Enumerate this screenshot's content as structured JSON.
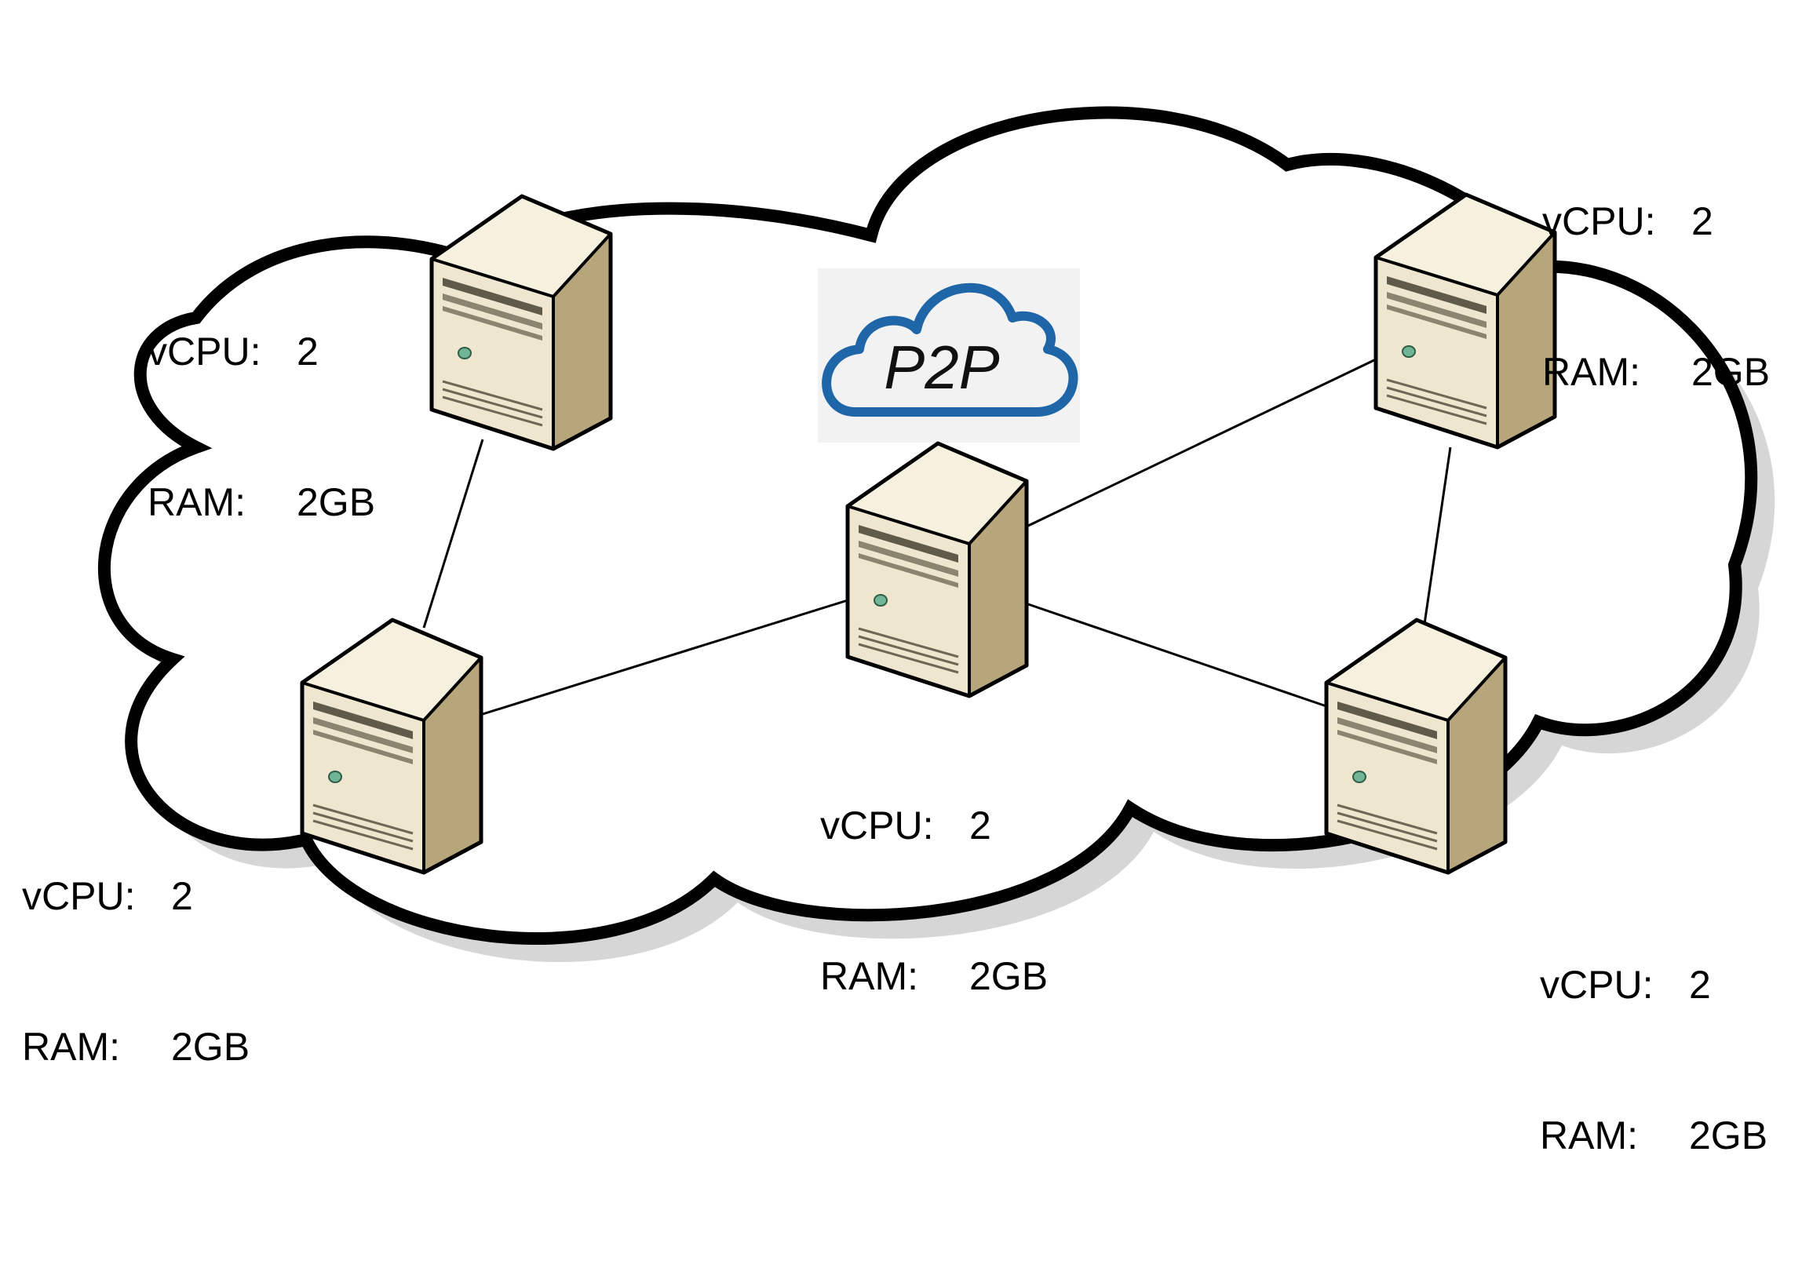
{
  "logo": {
    "text": "P2P"
  },
  "nodes": [
    {
      "id": "top-left",
      "cpu_label": "vCPU:",
      "cpu_value": "2",
      "ram_label": "RAM:",
      "ram_value": "2GB"
    },
    {
      "id": "top-right",
      "cpu_label": "vCPU:",
      "cpu_value": "2",
      "ram_label": "RAM:",
      "ram_value": "2GB"
    },
    {
      "id": "center",
      "cpu_label": "vCPU:",
      "cpu_value": "2",
      "ram_label": "RAM:",
      "ram_value": "2GB"
    },
    {
      "id": "bottom-left",
      "cpu_label": "vCPU:",
      "cpu_value": "2",
      "ram_label": "RAM:",
      "ram_value": "2GB"
    },
    {
      "id": "bottom-right",
      "cpu_label": "vCPU:",
      "cpu_value": "2",
      "ram_label": "RAM:",
      "ram_value": "2GB"
    }
  ],
  "links": [
    [
      "top-left",
      "bottom-left"
    ],
    [
      "bottom-left",
      "center"
    ],
    [
      "center",
      "top-right"
    ],
    [
      "center",
      "bottom-right"
    ],
    [
      "top-right",
      "bottom-right"
    ]
  ],
  "colors": {
    "cloud_outline": "#000000",
    "cloud_fill": "#ffffff",
    "cloud_shadow": "#d6d6d6",
    "server_front": "#efe6cf",
    "server_side": "#b7a67c",
    "server_top": "#f6f0df",
    "logo_cloud": "#1f66a8"
  }
}
